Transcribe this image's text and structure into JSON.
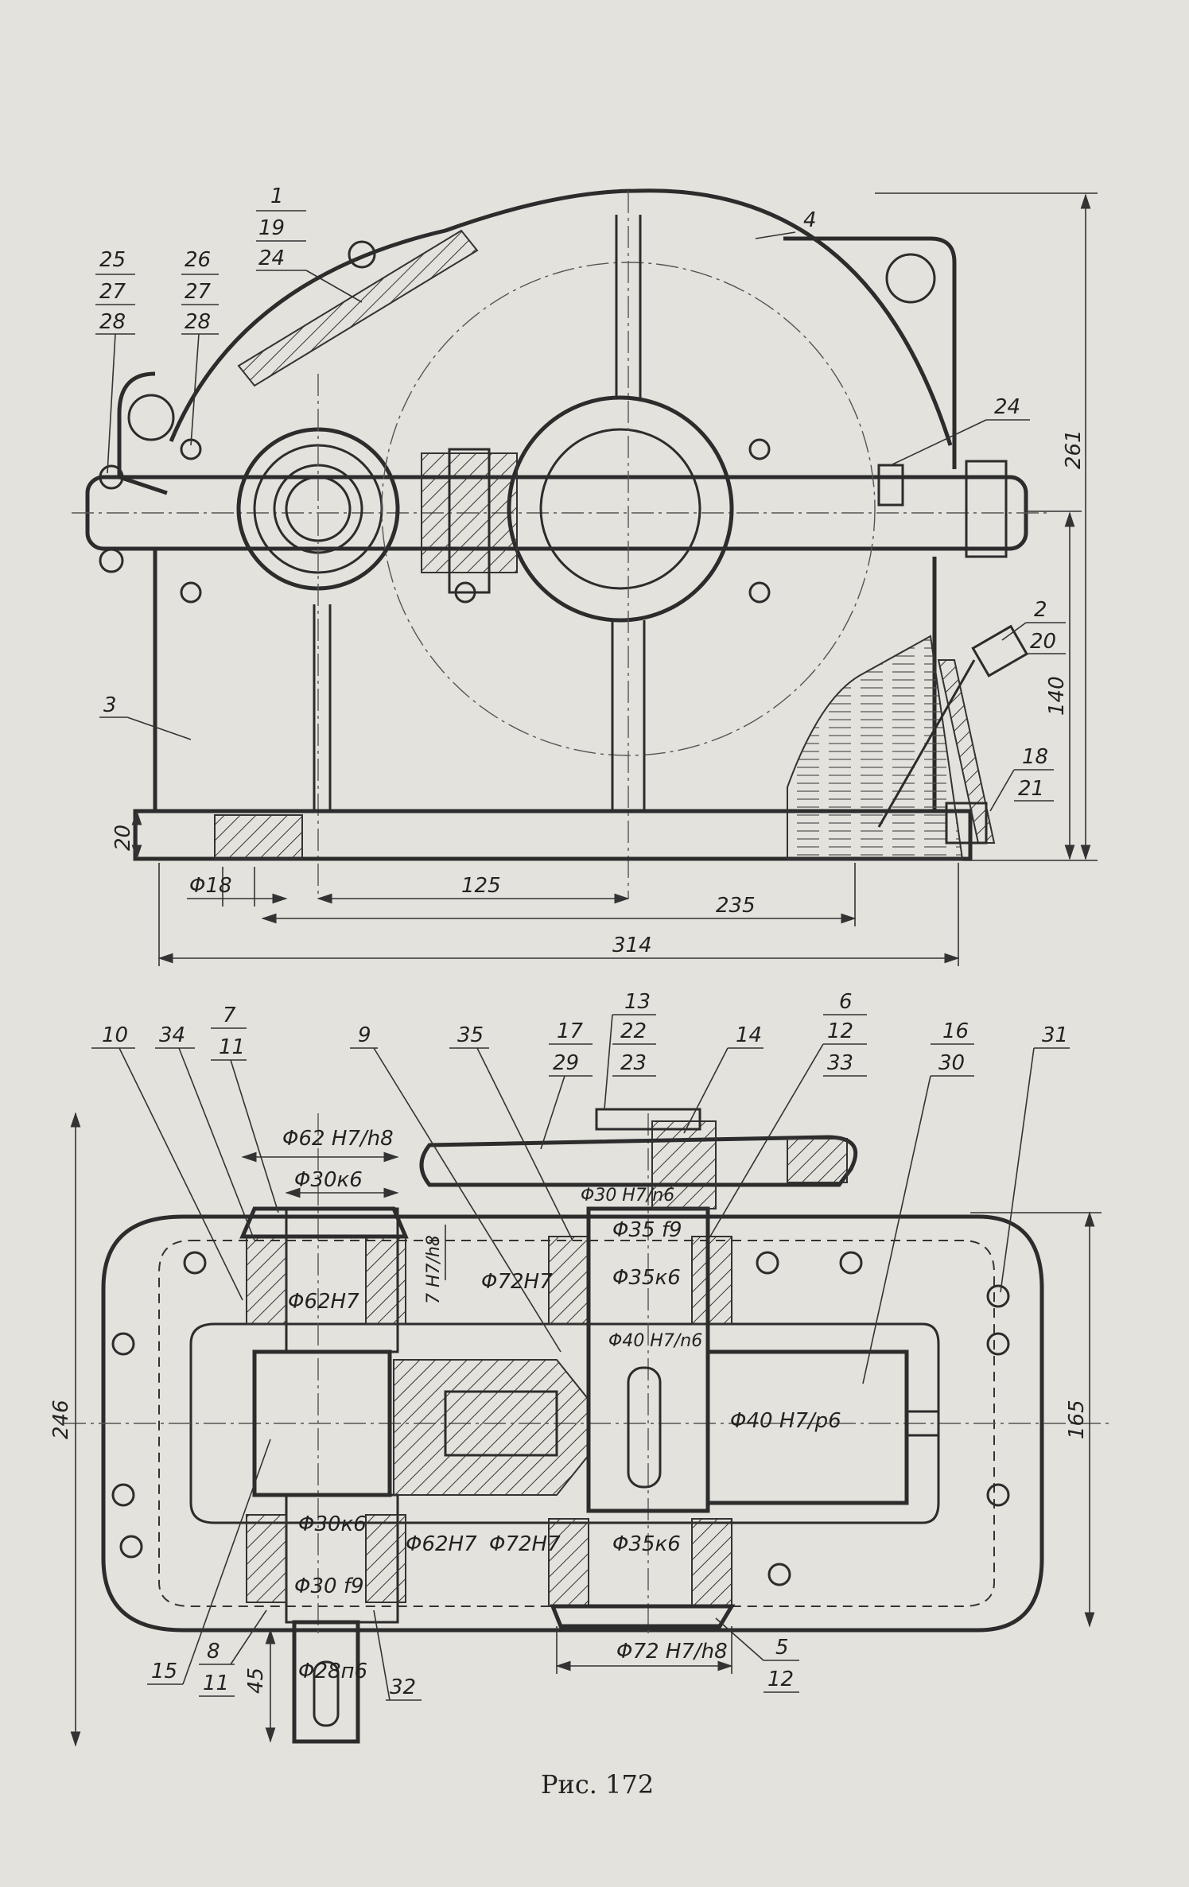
{
  "caption": "Рис. 172",
  "top_view": {
    "callouts": [
      {
        "id": "c1",
        "lines": [
          "1",
          "19",
          "24"
        ]
      },
      {
        "id": "c25",
        "lines": [
          "25",
          "27",
          "28"
        ]
      },
      {
        "id": "c26",
        "lines": [
          "26",
          "27",
          "28"
        ]
      },
      {
        "id": "c4",
        "lines": [
          "4"
        ]
      },
      {
        "id": "c24",
        "lines": [
          "24"
        ]
      },
      {
        "id": "c2",
        "lines": [
          "2",
          "20"
        ]
      },
      {
        "id": "c18",
        "lines": [
          "18",
          "21"
        ]
      },
      {
        "id": "c3",
        "lines": [
          "3"
        ]
      }
    ],
    "dimensions": {
      "d261": "261",
      "d140": "140",
      "d20": "20",
      "d18": "Φ18",
      "d125": "125",
      "d235": "235",
      "d314": "314"
    }
  },
  "bottom_view": {
    "callouts": [
      {
        "id": "b10",
        "lines": [
          "10"
        ]
      },
      {
        "id": "b34",
        "lines": [
          "34"
        ]
      },
      {
        "id": "b7",
        "lines": [
          "7",
          "11"
        ]
      },
      {
        "id": "b9",
        "lines": [
          "9"
        ]
      },
      {
        "id": "b35",
        "lines": [
          "35"
        ]
      },
      {
        "id": "b17",
        "lines": [
          "17",
          "29"
        ]
      },
      {
        "id": "b13",
        "lines": [
          "13",
          "22",
          "23"
        ]
      },
      {
        "id": "b14",
        "lines": [
          "14"
        ]
      },
      {
        "id": "b6",
        "lines": [
          "6",
          "12",
          "33"
        ]
      },
      {
        "id": "b16",
        "lines": [
          "16",
          "30"
        ]
      },
      {
        "id": "b31",
        "lines": [
          "31"
        ]
      },
      {
        "id": "b15",
        "lines": [
          "15"
        ]
      },
      {
        "id": "b8",
        "lines": [
          "8",
          "11"
        ]
      },
      {
        "id": "b32",
        "lines": [
          "32"
        ]
      },
      {
        "id": "b5",
        "lines": [
          "5",
          "12"
        ]
      }
    ],
    "dimensions": {
      "f62h7h8": "Φ62 H7/h8",
      "f30k6top": "Φ30к6",
      "f62H7a": "Φ62H7",
      "f72H7a": "Φ72H7",
      "f35f9": "Φ35 f9",
      "f30H7n6": "Φ30 H7/n6",
      "f35k6a": "Φ35к6",
      "f40H7n6a": "Φ40 H7/n6",
      "f40H7p6": "Φ40 H7/p6",
      "f30k6bot": "Φ30к6",
      "f62H7b": "Φ62H7",
      "f72H7b": "Φ72H7",
      "f35k6b": "Φ35к6",
      "f30f9": "Φ30 f9",
      "f28n6": "Φ28п6",
      "f72h7h8": "Φ72 H7/h8",
      "d246": "246",
      "d165": "165",
      "d45": "45",
      "d7": "7 H7/h8"
    }
  }
}
